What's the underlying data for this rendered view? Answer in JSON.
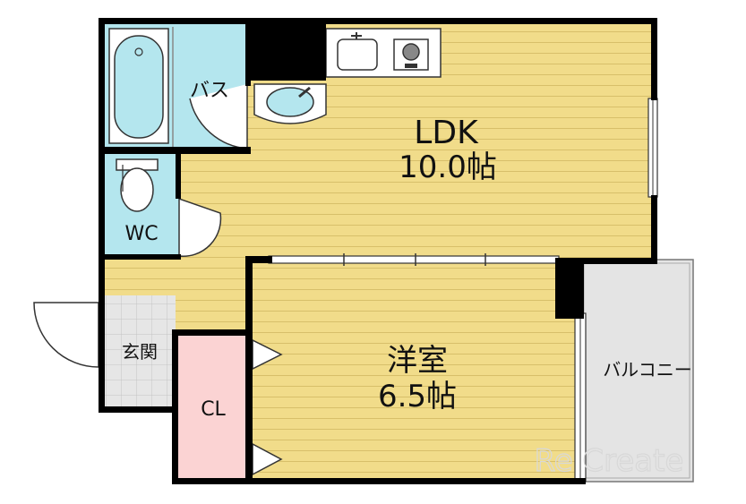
{
  "rooms": {
    "ldk_name": "LDK",
    "ldk_size": "10.0帖",
    "western_name": "洋室",
    "western_size": "6.5帖",
    "bath": "バス",
    "toilet": "WC",
    "entrance": "玄関",
    "closet": "CL",
    "balcony": "バルコニー"
  },
  "watermark": "Re Create",
  "colors": {
    "floor_wood": "#f1dc8a",
    "bath_blue": "#b4e6ee",
    "closet_pink": "#fbd3d3",
    "balcony_gray": "#e4e4e4",
    "entrance_tile": "#e3e3e3",
    "wall": "#000000"
  }
}
